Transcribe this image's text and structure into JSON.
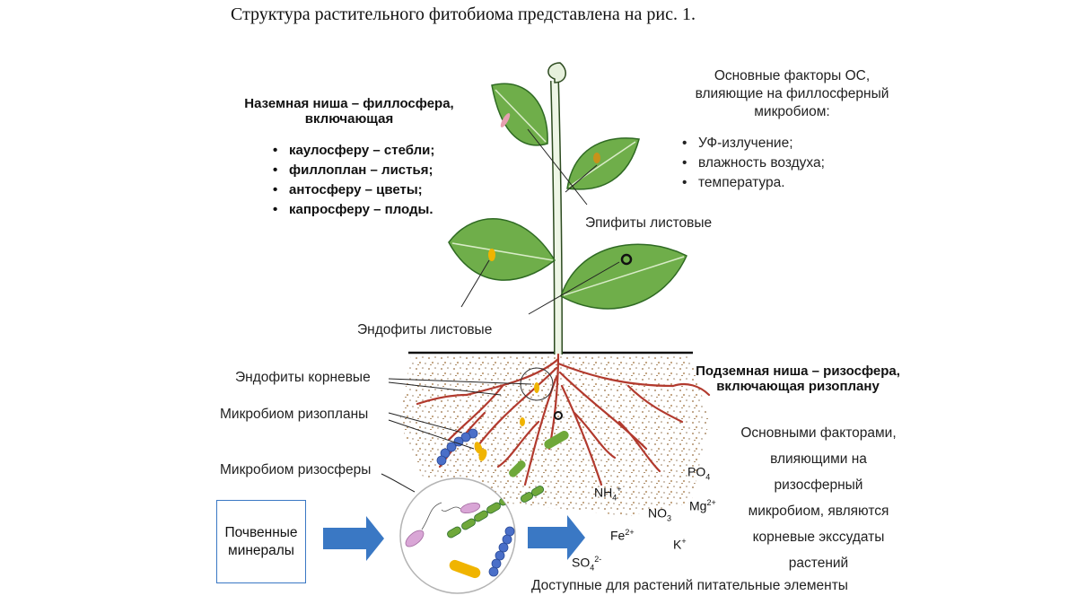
{
  "caption": "Структура растительного фитобиома представлена на рис. 1.",
  "above_ground": {
    "title_line1": "Наземная ниша – филлосфера,",
    "title_line2": "включающая",
    "items": [
      "каулосферу – стебли;",
      "филлоплан – листья;",
      "антосферу – цветы;",
      "капросферу – плоды."
    ]
  },
  "phyllo_factors": {
    "title_line1": "Основные факторы ОС,",
    "title_line2": "влияющие на филлосферный",
    "title_line3": "микробиом:",
    "items": [
      "УФ-излучение;",
      "влажность воздуха;",
      "температура."
    ]
  },
  "labels": {
    "epiphytes": "Эпифиты листовые",
    "leaf_endophytes": "Эндофиты листовые",
    "root_endophytes": "Эндофиты корневые",
    "rhizoplane_microbiome": "Микробиом ризопланы",
    "rhizosphere_microbiome": "Микробиом ризосферы",
    "available_nutrients": "Доступные для растений питательные элементы"
  },
  "below_ground": {
    "title_line1": "Подземная ниша – ризосфера,",
    "title_line2": "включающая ризоплану"
  },
  "rhizo_factors": {
    "lines": [
      "Основными факторами,",
      "влияющими на",
      "ризосферный",
      "микробиом, являются",
      "корневые экссудаты",
      "растений"
    ]
  },
  "minerals_box": {
    "line1": "Почвенные",
    "line2": "минералы"
  },
  "ions": {
    "po4": {
      "base": "PO",
      "sub": "4",
      "sup": ""
    },
    "nh4": {
      "base": "NH",
      "sub": "4",
      "sup": "+"
    },
    "no3": {
      "base": "NO",
      "sub": "3",
      "sup": ""
    },
    "mg": {
      "base": "Mg",
      "sub": "",
      "sup": "2+"
    },
    "fe": {
      "base": "Fe",
      "sub": "",
      "sup": "2+"
    },
    "k": {
      "base": "K",
      "sub": "",
      "sup": "+"
    },
    "so4": {
      "base": "SO",
      "sub": "4",
      "sup": "2-"
    }
  },
  "colors": {
    "leaf": "#6fae4a",
    "leaf_dark": "#2f6a23",
    "root": "#b23a2e",
    "soil_dots": "#a5835c",
    "arrow": "#3a78c4",
    "bacteria_green": "#6fa83a",
    "bacteria_blue": "#4a6fc8",
    "bacteria_yellow": "#f0b400",
    "bacteria_pink": "#d9a6d6"
  }
}
